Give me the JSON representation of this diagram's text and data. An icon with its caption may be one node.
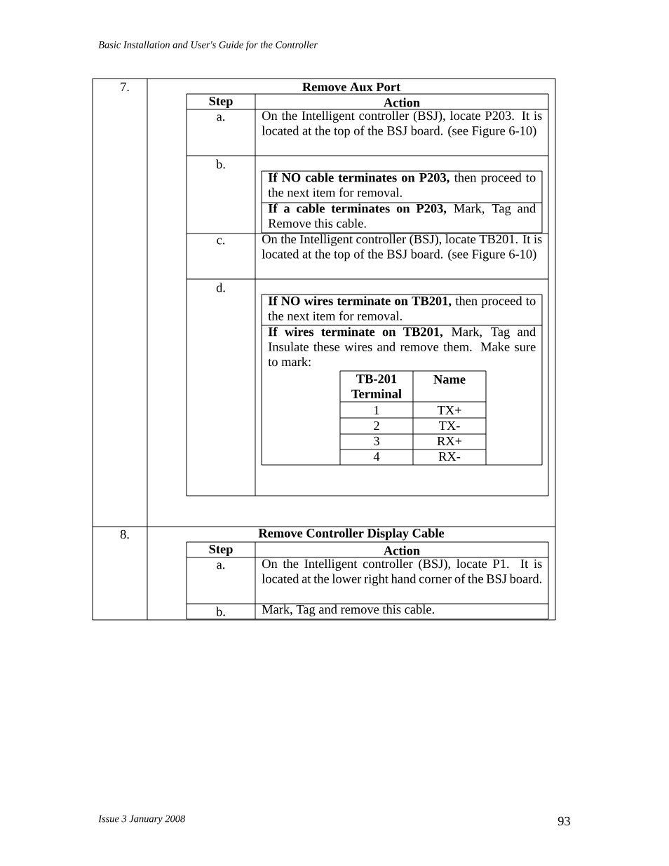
{
  "diagram": {
    "labels": [
      "Basic Installation and User's Guide for the Controller",
      "7.",
      "Remove Aux Port",
      "Step",
      "Action",
      "a.",
      "On the Intelligent controller (BSJ), locate  P203.  It is located at the top of the BSJ board. (see Figure 6-10)",
      "b.",
      "**If NO cable terminates on P203,** then proceed to the next item for removal.",
      "**If a cable terminates on P203,** Mark, Tag and Remove this cable.",
      "c.",
      "On the Intelligent controller (BSJ), locate  TB201.  It is located at the top of the BSJ board. (see Figure 6-10)",
      "d.",
      "**If NO wires terminate on TB201,** then proceed to the next item for removal.",
      "**If wires terminate on TB201,** Mark, Tag and Insulate these wires and remove them. Make sure to mark:",
      "TB-201 Terminal",
      "Name",
      "1",
      "TX+",
      "2",
      "TX-",
      "3",
      "RX+",
      "4",
      "RX-",
      "8.",
      "Remove Controller Display Cable",
      "Step",
      "Action",
      "a.",
      "On the Intelligent controller (BSJ), locate  P1.  It is located at the lower right hand corner of the BSJ board.",
      "b.",
      "Mark, Tag and remove this cable.",
      "Issue 3 January 2008",
      "93"
    ]
  }
}
